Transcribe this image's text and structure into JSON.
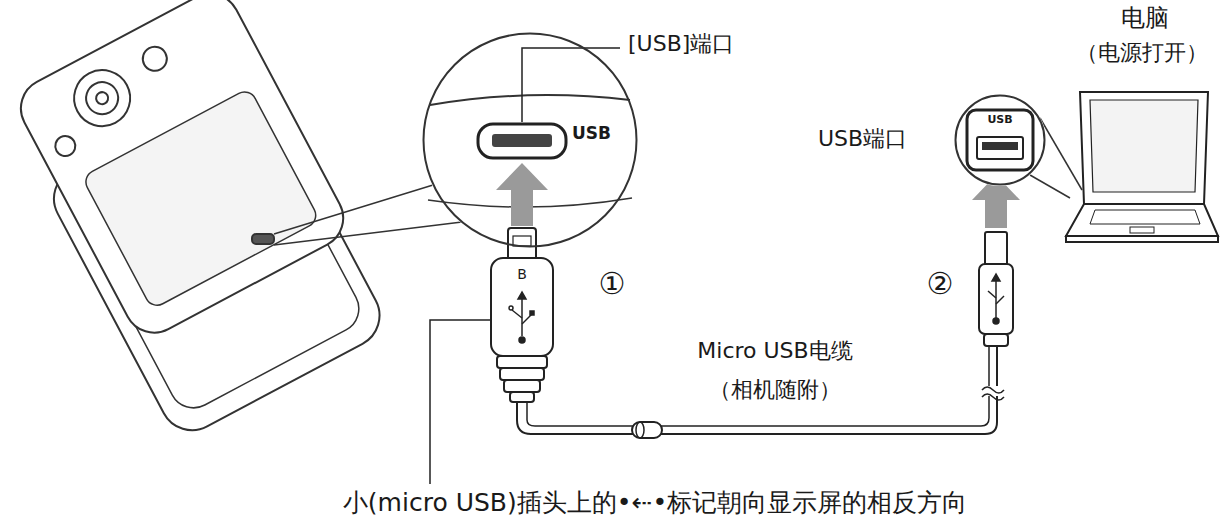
{
  "diagram": {
    "nodes": [
      {
        "text": [
          "USB"
        ]
      },
      {
        "text": [
          "USB"
        ]
      }
    ],
    "labels": [
      "[USB]端口",
      "电脑",
      "（电源打开）",
      "USB端口",
      "B",
      "①",
      "②",
      "Micro USB电缆",
      "（相机随附）",
      "小(micro USB)插头上的•⇠•标记朝向显示屏的相反方向"
    ]
  }
}
